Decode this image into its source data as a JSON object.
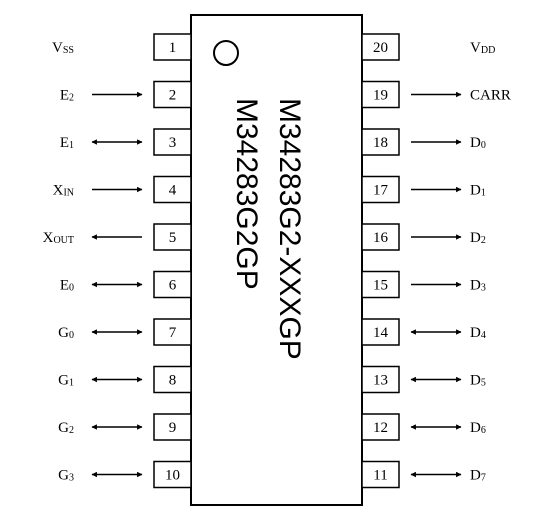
{
  "chip": {
    "part_numbers": [
      "M34283G2-XXXGP",
      "M34283G2GP"
    ]
  },
  "pins_left": [
    {
      "number": "1",
      "signal": {
        "main": "V",
        "sub": "SS"
      },
      "direction": "none"
    },
    {
      "number": "2",
      "signal": {
        "main": "E",
        "sub": "2"
      },
      "direction": "in"
    },
    {
      "number": "3",
      "signal": {
        "main": "E",
        "sub": "1"
      },
      "direction": "bidir"
    },
    {
      "number": "4",
      "signal": {
        "main": "X",
        "sub": "IN"
      },
      "direction": "in"
    },
    {
      "number": "5",
      "signal": {
        "main": "X",
        "sub": "OUT"
      },
      "direction": "out"
    },
    {
      "number": "6",
      "signal": {
        "main": "E",
        "sub": "0"
      },
      "direction": "bidir"
    },
    {
      "number": "7",
      "signal": {
        "main": "G",
        "sub": "0"
      },
      "direction": "bidir"
    },
    {
      "number": "8",
      "signal": {
        "main": "G",
        "sub": "1"
      },
      "direction": "bidir"
    },
    {
      "number": "9",
      "signal": {
        "main": "G",
        "sub": "2"
      },
      "direction": "bidir"
    },
    {
      "number": "10",
      "signal": {
        "main": "G",
        "sub": "3"
      },
      "direction": "bidir"
    }
  ],
  "pins_right": [
    {
      "number": "20",
      "signal": {
        "main": "V",
        "sub": "DD"
      },
      "direction": "none"
    },
    {
      "number": "19",
      "signal": {
        "main": "CARR",
        "sub": ""
      },
      "direction": "out"
    },
    {
      "number": "18",
      "signal": {
        "main": "D",
        "sub": "0"
      },
      "direction": "out"
    },
    {
      "number": "17",
      "signal": {
        "main": "D",
        "sub": "1"
      },
      "direction": "out"
    },
    {
      "number": "16",
      "signal": {
        "main": "D",
        "sub": "2"
      },
      "direction": "out"
    },
    {
      "number": "15",
      "signal": {
        "main": "D",
        "sub": "3"
      },
      "direction": "out"
    },
    {
      "number": "14",
      "signal": {
        "main": "D",
        "sub": "4"
      },
      "direction": "bidir"
    },
    {
      "number": "13",
      "signal": {
        "main": "D",
        "sub": "5"
      },
      "direction": "bidir"
    },
    {
      "number": "12",
      "signal": {
        "main": "D",
        "sub": "6"
      },
      "direction": "bidir"
    },
    {
      "number": "11",
      "signal": {
        "main": "D",
        "sub": "7"
      },
      "direction": "bidir"
    }
  ]
}
